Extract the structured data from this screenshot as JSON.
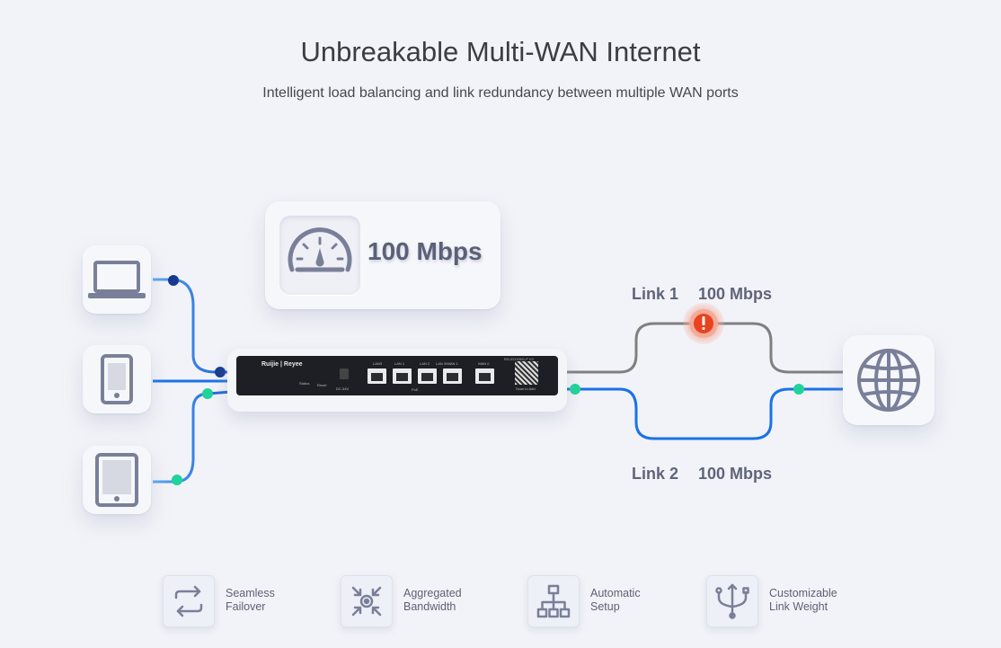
{
  "header": {
    "title": "Unbreakable Multi-WAN Internet",
    "subtitle": "Intelligent load balancing and link redundancy between multiple WAN ports"
  },
  "speed_card": {
    "value": "100 Mbps",
    "icon": "speedometer-icon"
  },
  "devices": [
    {
      "name": "laptop",
      "icon": "laptop-icon"
    },
    {
      "name": "phone",
      "icon": "phone-icon"
    },
    {
      "name": "tablet",
      "icon": "tablet-icon"
    }
  ],
  "router": {
    "brand": "Ruijie | Reyee",
    "model": "RG-EG105G-P V2",
    "port_labels": [
      "LAN3",
      "LAN 1",
      "LAN 2",
      "LAN 3/WAN 1",
      "WAN 0"
    ],
    "status_label": "Status",
    "reset_label": "Reset",
    "power_label": "DC-54V",
    "poe_label": "PoE",
    "qr_label": "Scan to Add"
  },
  "links": [
    {
      "name": "Link 1",
      "speed": "100 Mbps",
      "status": "failure",
      "color": "#808080"
    },
    {
      "name": "Link 2",
      "speed": "100 Mbps",
      "status": "active",
      "color": "#1a72e8"
    }
  ],
  "internet": {
    "icon": "globe-icon"
  },
  "colors": {
    "accent_blue": "#1a72e8",
    "dark_blue_node": "#173a8f",
    "green_node": "#1fd39a",
    "alert_red": "#e8431e",
    "icon_gray": "#7a7f99"
  },
  "features": [
    {
      "icon": "failover-arrows-icon",
      "label": "Seamless Failover"
    },
    {
      "icon": "aggregate-arrows-icon",
      "label": "Aggregated Bandwidth"
    },
    {
      "icon": "network-tree-icon",
      "label": "Automatic Setup"
    },
    {
      "icon": "fork-icon",
      "label": "Customizable Link Weight"
    }
  ]
}
